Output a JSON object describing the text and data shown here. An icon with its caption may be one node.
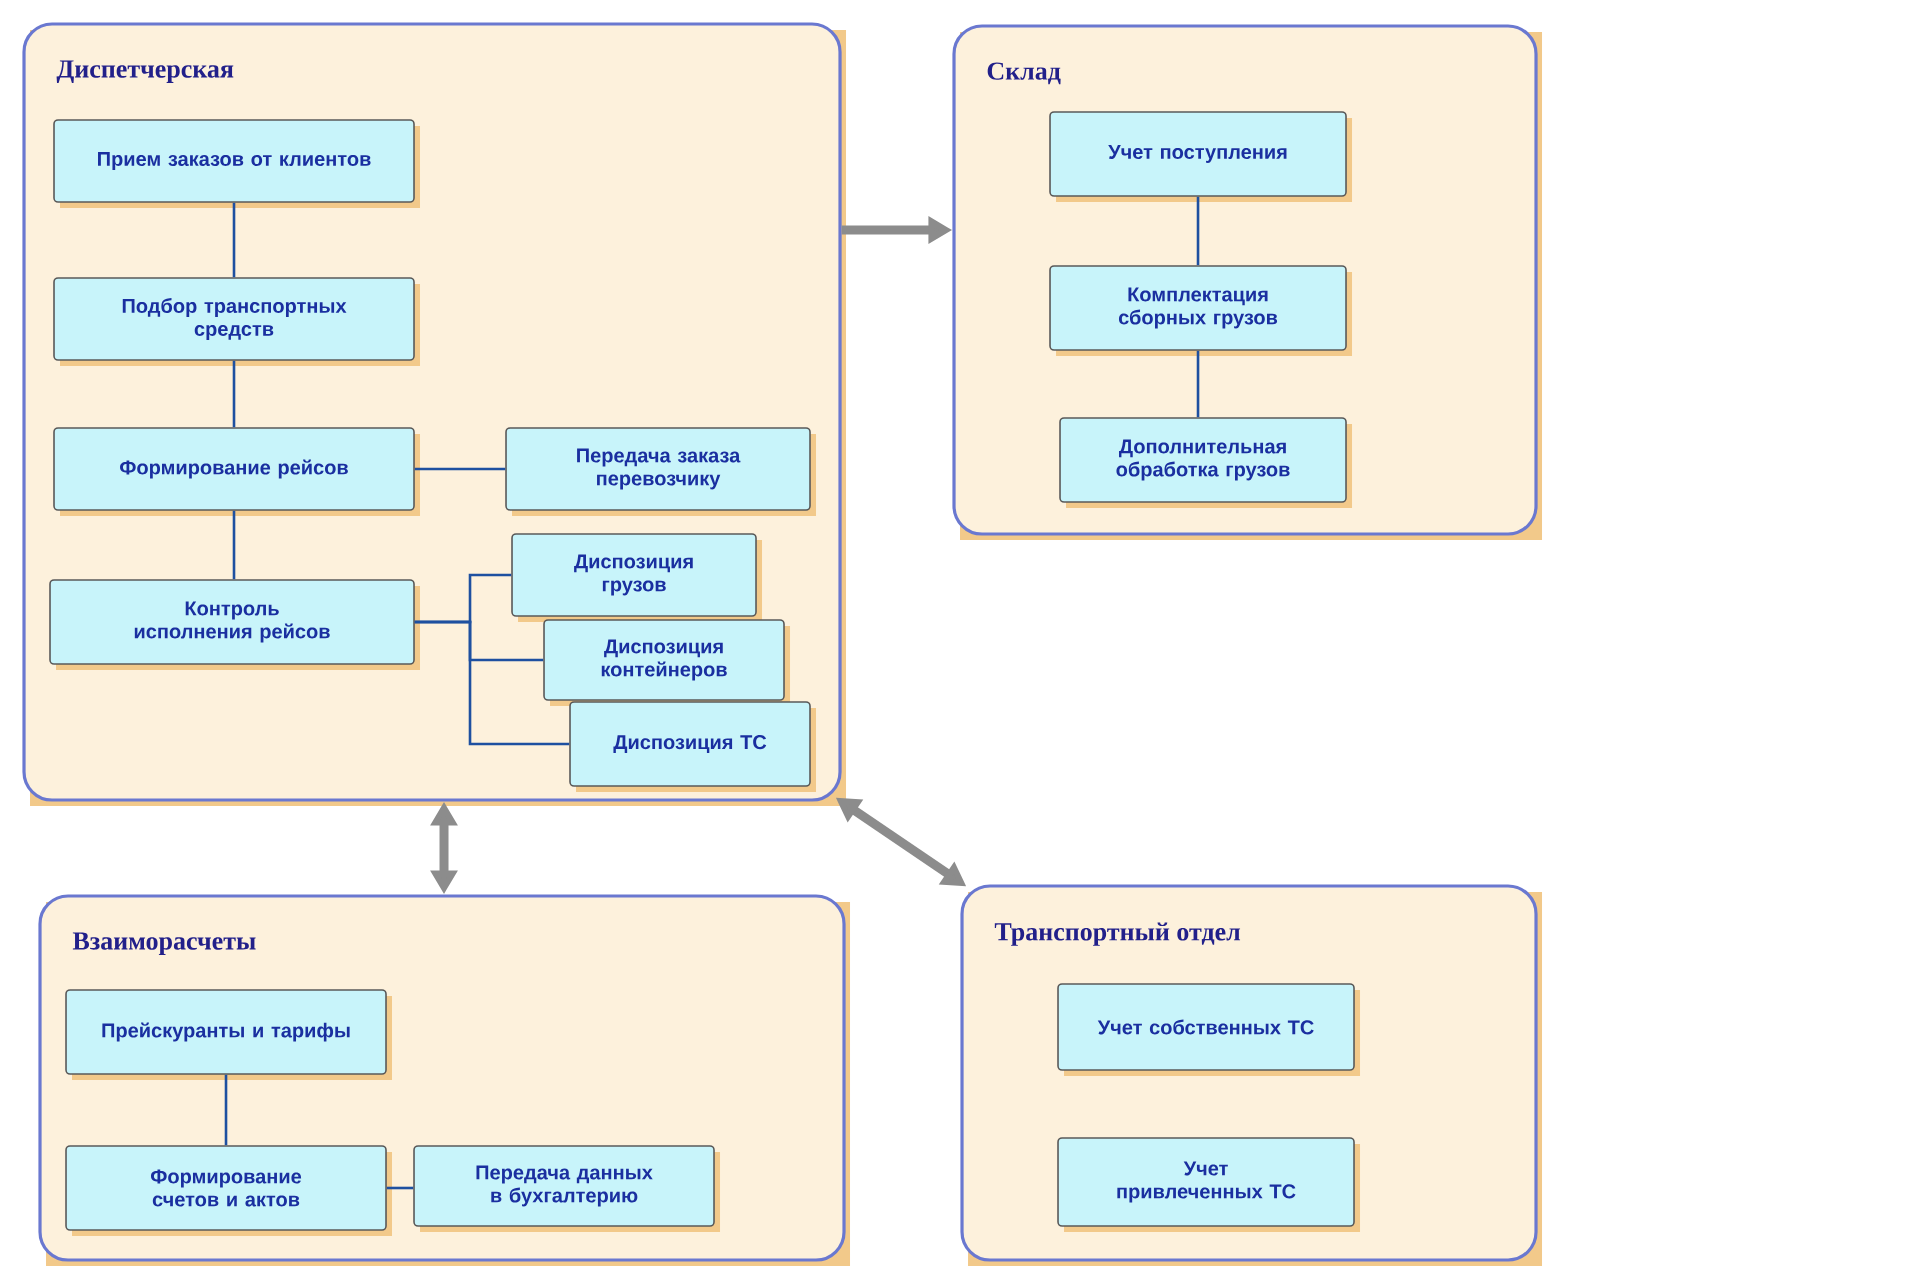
{
  "diagram": {
    "nodes": [
      {
        "text": [
          "Диспетчерская"
        ]
      },
      {
        "text": [
          "Прием заказов от клиентов"
        ],
        "in": 0
      },
      {
        "text": [
          "Подбор транспортных средств"
        ],
        "in": 0
      },
      {
        "text": [
          "Формирование рейсов"
        ],
        "in": 0
      },
      {
        "text": [
          "Передача заказа перевозчику"
        ],
        "in": 0
      },
      {
        "text": [
          "Контроль исполнения рейсов"
        ],
        "in": 0
      },
      {
        "text": [
          "Диспозиция грузов"
        ],
        "in": 0
      },
      {
        "text": [
          "Диспозиция контейнеров"
        ],
        "in": 0
      },
      {
        "text": [
          "Диспозиция ТС"
        ],
        "in": 0
      },
      {
        "text": [
          "Склад"
        ]
      },
      {
        "text": [
          "Учет поступления"
        ],
        "in": 9
      },
      {
        "text": [
          "Комплектация сборных грузов"
        ],
        "in": 9
      },
      {
        "text": [
          "Дополнительная обработка грузов"
        ],
        "in": 9
      },
      {
        "text": [
          "Взаиморасчеты"
        ]
      },
      {
        "text": [
          "Прейскуранты и тарифы"
        ],
        "in": 13
      },
      {
        "text": [
          "Формирование счетов и актов"
        ],
        "in": 13
      },
      {
        "text": [
          "Передача данных в бухгалтерию"
        ],
        "in": 13
      },
      {
        "text": [
          "Транспортный отдел"
        ]
      },
      {
        "text": [
          "Учет собственных ТС"
        ],
        "in": 17
      },
      {
        "text": [
          "Учет привлеченных ТС"
        ],
        "in": 17
      }
    ],
    "edges": [
      {
        "from": 1,
        "to": 2,
        "arrow": "none"
      },
      {
        "from": 2,
        "to": 3,
        "arrow": "none"
      },
      {
        "from": 3,
        "to": 4,
        "arrow": "none"
      },
      {
        "from": 3,
        "to": 5,
        "arrow": "none"
      },
      {
        "from": 5,
        "to": 6,
        "arrow": "none"
      },
      {
        "from": 5,
        "to": 7,
        "arrow": "none"
      },
      {
        "from": 5,
        "to": 8,
        "arrow": "none"
      },
      {
        "from": 10,
        "to": 11,
        "arrow": "none"
      },
      {
        "from": 11,
        "to": 12,
        "arrow": "none"
      },
      {
        "from": 14,
        "to": 15,
        "arrow": "none"
      },
      {
        "from": 15,
        "to": 16,
        "arrow": "none"
      },
      {
        "from": 0,
        "to": 9,
        "arrow": "to",
        "style": "thick",
        "color": "#8c8c8c"
      },
      {
        "from": 0,
        "to": 13,
        "arrow": "both",
        "style": "thick",
        "color": "#8c8c8c"
      },
      {
        "from": 0,
        "to": 17,
        "arrow": "both",
        "style": "thick",
        "color": "#8c8c8c"
      }
    ]
  }
}
